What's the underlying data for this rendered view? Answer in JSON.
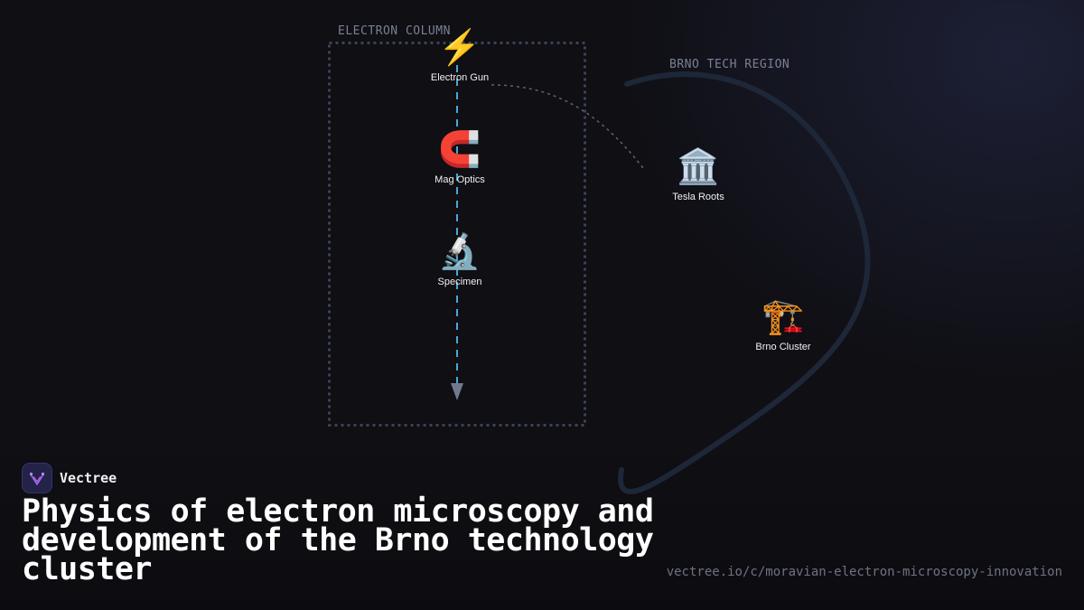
{
  "diagram": {
    "regions": {
      "electron_column": "ELECTRON COLUMN",
      "brno_tech_region": "BRNO TECH REGION"
    },
    "nodes": [
      {
        "id": "electron-gun",
        "label": "Electron Gun",
        "icon": "⚡",
        "icon_name": "lightning-icon"
      },
      {
        "id": "mag-optics",
        "label": "Mag Optics",
        "icon": "🧲",
        "icon_name": "magnet-icon"
      },
      {
        "id": "specimen",
        "label": "Specimen",
        "icon": "🔬",
        "icon_name": "microscope-icon"
      },
      {
        "id": "tesla-roots",
        "label": "Tesla Roots",
        "icon": "🏛️",
        "icon_name": "classical-building-icon"
      },
      {
        "id": "brno-cluster",
        "label": "Brno Cluster",
        "icon": "🏗️",
        "icon_name": "construction-crane-icon"
      }
    ],
    "edges": [
      {
        "from": "electron-gun",
        "to": "specimen",
        "style": "dashed",
        "color": "#4aa8d8",
        "arrow": true
      },
      {
        "from": "electron-gun",
        "to": "tesla-roots",
        "style": "dotted",
        "color": "#5a6478"
      }
    ]
  },
  "brand": {
    "name": "Vectree",
    "logo_icon": "vectree-logo-icon",
    "logo_color": "#232347"
  },
  "title": "Physics of electron microscopy and development of the Brno technology cluster",
  "footer": {
    "url": "vectree.io/c/moravian-electron-microscopy-innovation"
  },
  "colors": {
    "background": "#0f0f14",
    "beam": "#4aa8d8",
    "column_border": "#3a4356",
    "region_curve": "#1e2738",
    "label_muted": "#7a8094"
  }
}
